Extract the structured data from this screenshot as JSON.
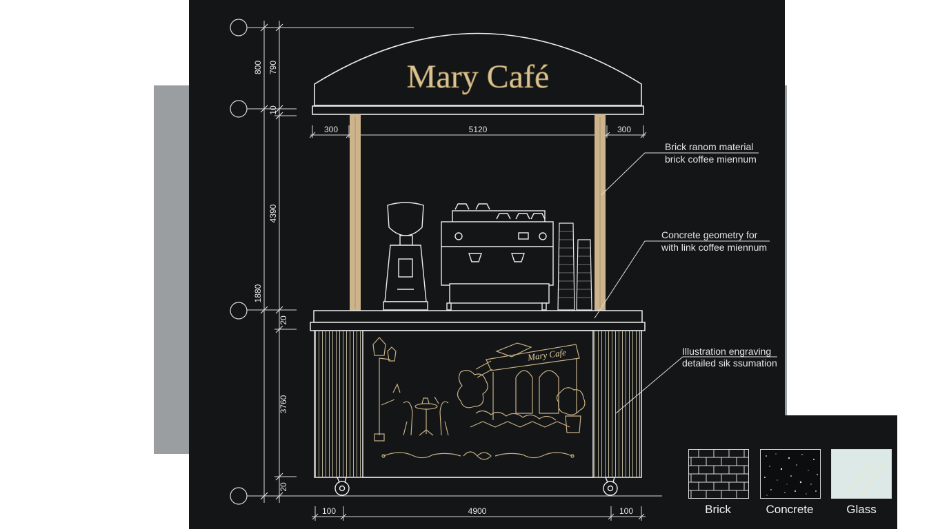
{
  "signage": {
    "title": "Mary Café",
    "mural_sign": "Mary Cafe"
  },
  "dimensions": {
    "vertical_left": [
      "800",
      "1880"
    ],
    "vertical_right": [
      "790",
      "10",
      "4390",
      "20",
      "3760",
      "20"
    ],
    "canopy_width": [
      "300",
      "5120",
      "300"
    ],
    "base_width": [
      "100",
      "4900",
      "100"
    ]
  },
  "annotations": [
    {
      "line1": "Brick ranom material",
      "line2": "brick coffee miennum"
    },
    {
      "line1": "Concrete geometry for",
      "line2": "with link coffee miennum"
    },
    {
      "line1": "Illustration engraving",
      "line2": "detailed sik ssumation"
    }
  ],
  "legend": [
    {
      "label": "Brick",
      "pattern": "brick"
    },
    {
      "label": "Concrete",
      "pattern": "speckle"
    },
    {
      "label": "Glass",
      "pattern": "glass"
    }
  ],
  "colors": {
    "board": "#131516",
    "line": "#e6e6e6",
    "gold": "#c9b187",
    "wood": "#cdb48c",
    "grey_panel": "#9b9ea1",
    "glass_fill": "#dce9e6"
  }
}
